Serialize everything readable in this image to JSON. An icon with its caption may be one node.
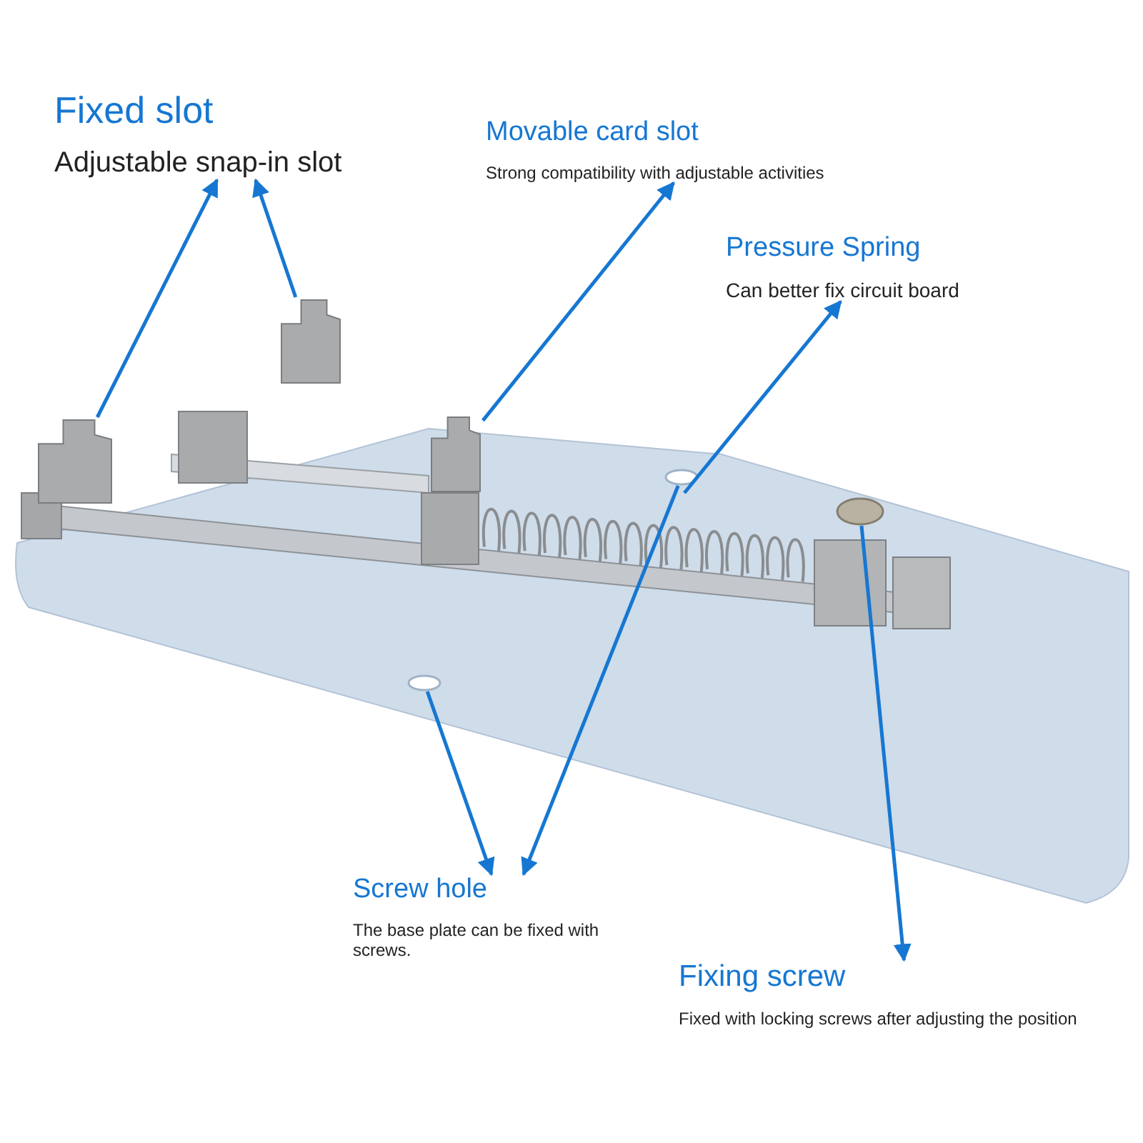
{
  "diagram": {
    "nodes": [
      {
        "text": [
          "Fixed slot",
          "Adjustable snap-in slot"
        ]
      },
      {
        "text": [
          "Movable card slot",
          "Strong compatibility with adjustable activities"
        ]
      },
      {
        "text": [
          "Pressure Spring",
          "Can better fix circuit board"
        ]
      },
      {
        "text": [
          "Screw hole",
          "The base plate can be fixed with screws."
        ]
      },
      {
        "text": [
          "Fixing screw",
          "Fixed with locking screws after adjusting the position"
        ]
      },
      {
        "text": [],
        "shape": "box"
      },
      {
        "text": [],
        "shape": "box"
      },
      {
        "text": [],
        "shape": "box"
      },
      {
        "text": [],
        "shape": "circle"
      },
      {
        "text": [],
        "shape": "circle"
      },
      {
        "text": [],
        "shape": "spring"
      },
      {
        "text": [],
        "shape": "circle"
      }
    ],
    "edges": [
      {
        "from": 6,
        "to": 0,
        "arrow": "to"
      },
      {
        "from": 5,
        "to": 0,
        "arrow": "to"
      },
      {
        "from": 7,
        "to": 1,
        "arrow": "to"
      },
      {
        "from": 10,
        "to": 2,
        "arrow": "to"
      },
      {
        "from": 8,
        "to": 3,
        "arrow": "to"
      },
      {
        "from": 11,
        "to": 3,
        "arrow": "to"
      },
      {
        "from": 9,
        "to": 4,
        "arrow": "to"
      }
    ]
  }
}
